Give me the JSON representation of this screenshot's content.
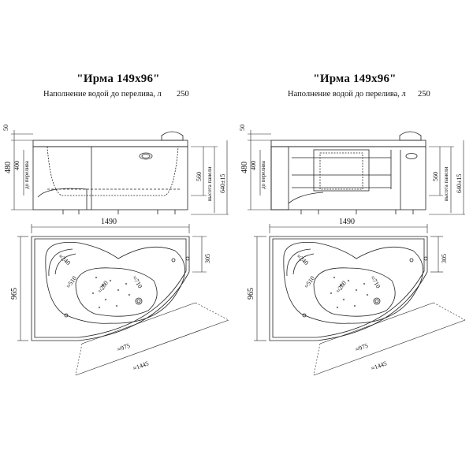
{
  "panels": [
    {
      "title": "\"Ирма 149x96\"",
      "fill_label": "Наполнение водой до перелива, л",
      "fill_value": "250",
      "side_view": {
        "dim_rim": "50",
        "dim_overflow": "400",
        "dim_total": "480",
        "label_overflow": "до перелива",
        "dim_depth": "560",
        "label_panel_height": "высота панели",
        "dim_panel": "640±15"
      },
      "top_view": {
        "dim_length": "1490",
        "dim_width": "965",
        "dim_head_width": "305",
        "dim_diag_inner": "≈975",
        "dim_diag_outer": "≈1445",
        "dim_240": "≈240",
        "dim_510": "≈510",
        "dim_280": "≈280",
        "dim_710": "≈710"
      }
    },
    {
      "title": "\"Ирма 149x96\"",
      "fill_label": "Наполнение водой до перелива, л",
      "fill_value": "250",
      "side_view": {
        "dim_rim": "50",
        "dim_overflow": "400",
        "dim_total": "480",
        "label_overflow": "до перелива",
        "dim_depth": "560",
        "label_panel_height": "высота панели",
        "dim_panel": "640±15"
      },
      "top_view": {
        "dim_length": "1490",
        "dim_width": "965",
        "dim_head_width": "305",
        "dim_diag_inner": "≈975",
        "dim_diag_outer": "≈1445",
        "dim_240": "≈240",
        "dim_510": "≈510",
        "dim_280": "≈280",
        "dim_710": "≈710"
      }
    }
  ]
}
